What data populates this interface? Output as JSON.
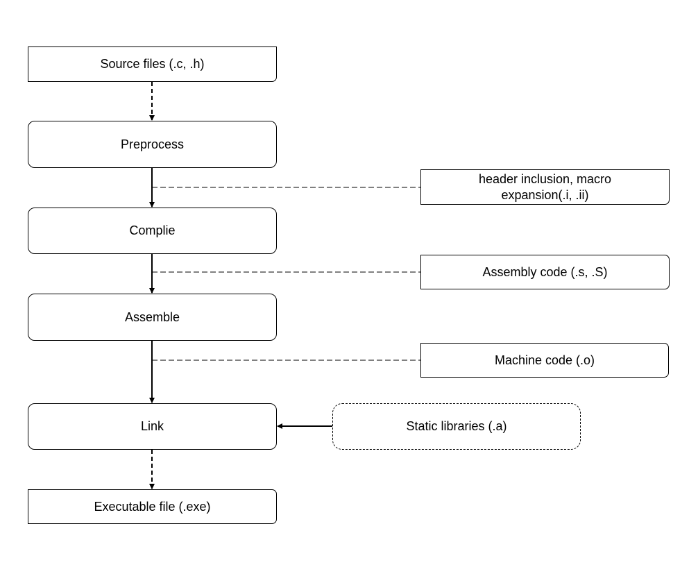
{
  "nodes": {
    "source_files": "Source files (.c, .h)",
    "preprocess": "Preprocess",
    "compile": "Complie",
    "assemble": "Assemble",
    "link": "Link",
    "executable": "Executable file (.exe)",
    "header_inclusion_line1": "header inclusion, macro",
    "header_inclusion_line2": "expansion(.i, .ii)",
    "assembly_code": "Assembly code (.s, .S)",
    "machine_code": "Machine code (.o)",
    "static_libraries": "Static libraries (.a)"
  },
  "colors": {
    "stroke": "#000000",
    "background": "#ffffff"
  }
}
